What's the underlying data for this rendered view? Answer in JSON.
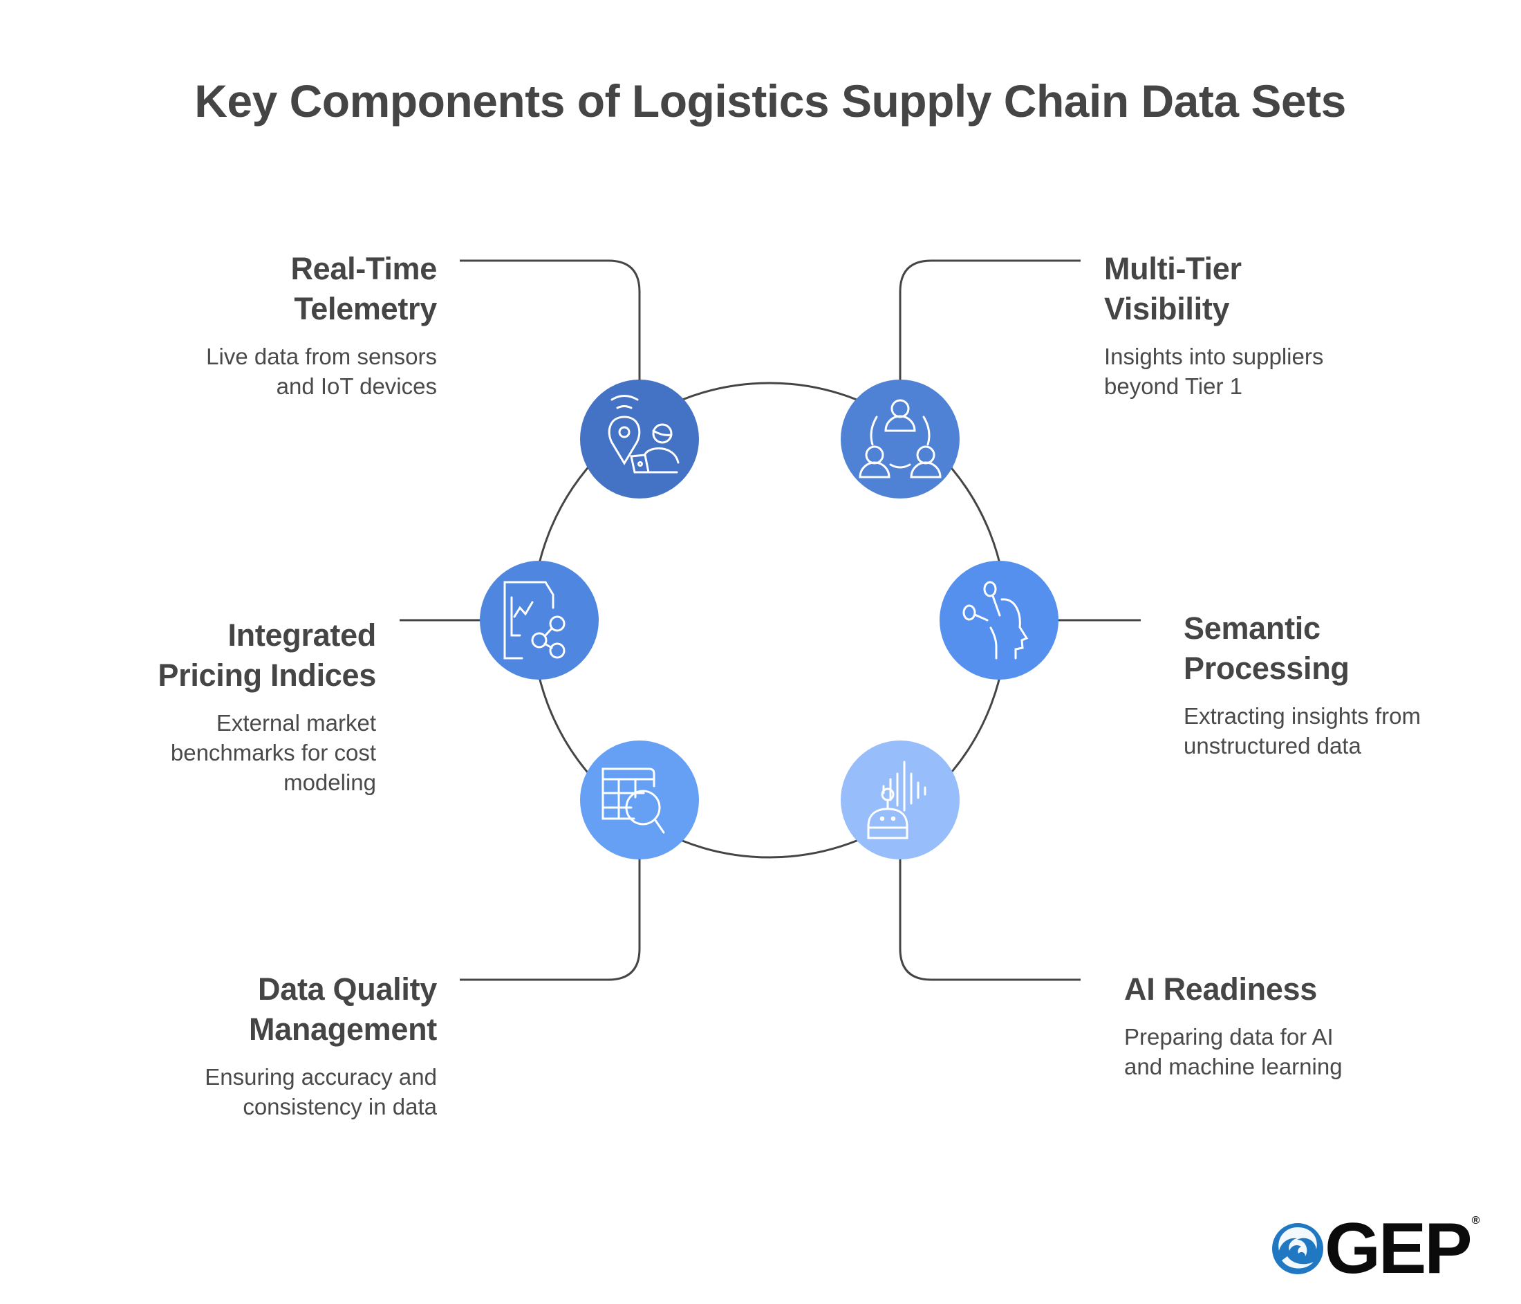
{
  "title": "Key Components of Logistics Supply Chain Data Sets",
  "components": [
    {
      "id": "real-time-telemetry",
      "heading_line1": "Real-Time",
      "heading_line2": "Telemetry",
      "desc_line1": "Live data from sensors",
      "desc_line2": "and IoT devices",
      "desc_line3": "",
      "icon": "location-pin-person-laptop-icon",
      "color": "#4472C4"
    },
    {
      "id": "multi-tier-visibility",
      "heading_line1": "Multi-Tier",
      "heading_line2": "Visibility",
      "desc_line1": "Insights into suppliers",
      "desc_line2": "beyond Tier 1",
      "desc_line3": "",
      "icon": "people-network-icon",
      "color": "#4F81D5"
    },
    {
      "id": "integrated-pricing-indices",
      "heading_line1": "Integrated",
      "heading_line2": "Pricing Indices",
      "desc_line1": "External market",
      "desc_line2": "benchmarks for cost",
      "desc_line3": "modeling",
      "icon": "chart-document-share-icon",
      "color": "#4F86E0"
    },
    {
      "id": "semantic-processing",
      "heading_line1": "Semantic",
      "heading_line2": "Processing",
      "desc_line1": "Extracting insights from",
      "desc_line2": "unstructured data",
      "desc_line3": "",
      "icon": "head-nodes-icon",
      "color": "#5590EE"
    },
    {
      "id": "data-quality-management",
      "heading_line1": "Data Quality",
      "heading_line2": "Management",
      "desc_line1": "Ensuring accuracy and",
      "desc_line2": "consistency in data",
      "desc_line3": "",
      "icon": "table-magnifier-icon",
      "color": "#65A0F5"
    },
    {
      "id": "ai-readiness",
      "heading_line1": "AI Readiness",
      "heading_line2": "",
      "desc_line1": "Preparing data for AI",
      "desc_line2": "and machine learning",
      "desc_line3": "",
      "icon": "robot-soundwave-icon",
      "color": "#97BDFA"
    }
  ],
  "logo": {
    "text": "GEP",
    "registered": "®",
    "swirl_color": "#1F78C1"
  },
  "colors": {
    "text": "#454545",
    "line": "#454545",
    "background": "#FFFFFF"
  }
}
